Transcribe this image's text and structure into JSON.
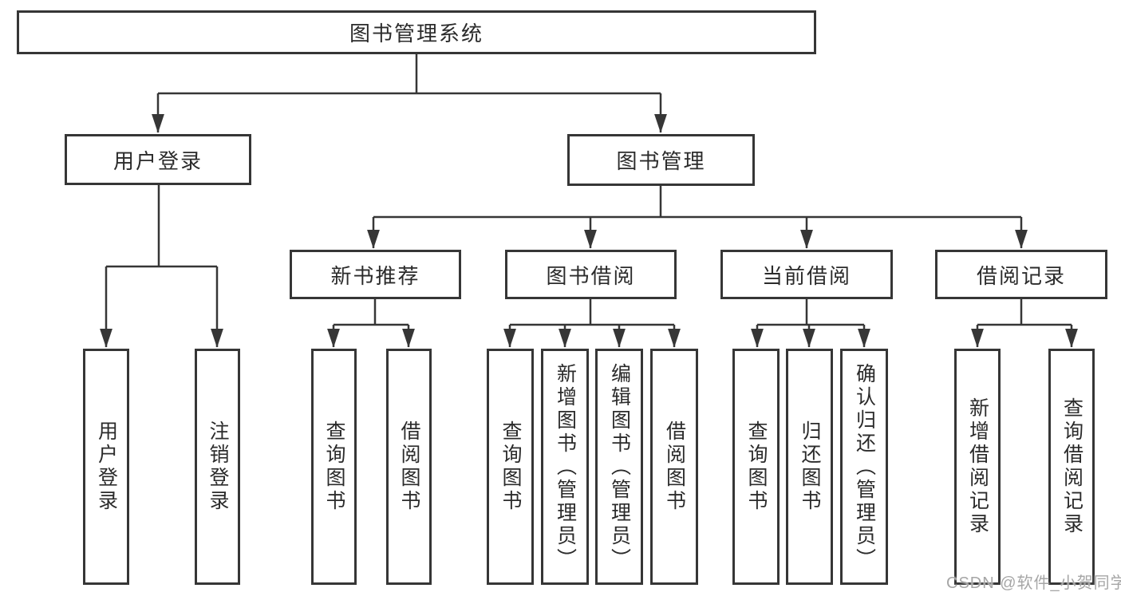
{
  "nodes": {
    "root": {
      "label": "图书管理系统"
    },
    "login": {
      "label": "用户登录"
    },
    "mgmt": {
      "label": "图书管理"
    },
    "rec": {
      "label": "新书推荐"
    },
    "borrow": {
      "label": "图书借阅"
    },
    "current": {
      "label": "当前借阅"
    },
    "record": {
      "label": "借阅记录"
    },
    "leaf_user_login": {
      "label": "用户登录"
    },
    "leaf_logout": {
      "label": "注销登录"
    },
    "leaf_rec_query": {
      "label": "查询图书"
    },
    "leaf_rec_borrow": {
      "label": "借阅图书"
    },
    "leaf_borrow_query": {
      "label": "查询图书"
    },
    "leaf_borrow_add": {
      "label": "新增图书（管理员）"
    },
    "leaf_borrow_edit": {
      "label": "编辑图书（管理员）"
    },
    "leaf_borrow_lend": {
      "label": "借阅图书"
    },
    "leaf_current_query": {
      "label": "查询图书"
    },
    "leaf_current_return": {
      "label": "归还图书"
    },
    "leaf_current_confirm": {
      "label": "确认归还（管理员）"
    },
    "leaf_record_add": {
      "label": "新增借阅记录"
    },
    "leaf_record_query": {
      "label": "查询借阅记录"
    }
  },
  "watermark": "CSDN @软件_小贺同学",
  "colors": {
    "line": "#363636",
    "text": "#2b2b2b",
    "watermark": "#a6a6a6",
    "background": "#ffffff"
  }
}
